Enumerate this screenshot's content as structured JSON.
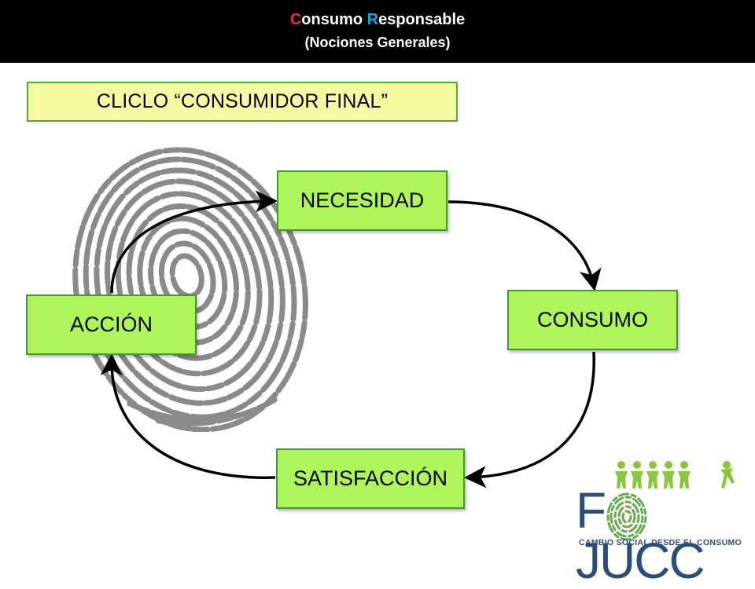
{
  "header": {
    "title_cap1": "C",
    "title_rest1": "onsumo ",
    "title_cap2": "R",
    "title_rest2": "esponsable",
    "subtitle": "(Nociones Generales)"
  },
  "cycle": {
    "title": "CLICLO “CONSUMIDOR FINAL”",
    "stages": [
      "NECESIDAD",
      "CONSUMO",
      "SATISFACCIÓN",
      "ACCIÓN"
    ]
  },
  "logo": {
    "word_left": "F",
    "word_right": "JUCC",
    "tagline": "CAMBIO SOCIAL DESDE EL CONSUMO"
  },
  "colors": {
    "stage_fill": "#aef55c",
    "title_fill": "#f6fba2",
    "border_green": "#3f9a2a",
    "accent_red": "#e5322d",
    "accent_blue": "#19a4e6",
    "logo_navy": "#2a4e7c",
    "logo_green": "#8cc63f"
  }
}
